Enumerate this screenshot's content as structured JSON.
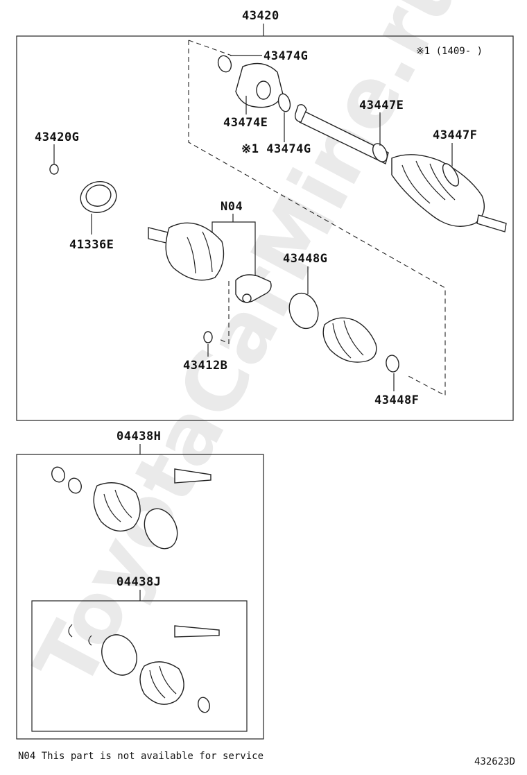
{
  "diagram": {
    "top_group": "43420",
    "period_note": "※1 (1409-   )",
    "parts": {
      "p43474G_a": "43474G",
      "p43474E": "43474E",
      "p43474G_b": "※1 43474G",
      "p43447E": "43447E",
      "p43447F": "43447F",
      "p43420G": "43420G",
      "p41336E": "41336E",
      "pN04": "N04",
      "p43448G": "43448G",
      "p43412B": "43412B",
      "p43448F": "43448F"
    },
    "kit1": "04438H",
    "kit2": "04438J",
    "footnote": "N04 This part is not available for service",
    "drawing_id": "432623D",
    "watermark": "ToyotaCarMine.ru"
  }
}
